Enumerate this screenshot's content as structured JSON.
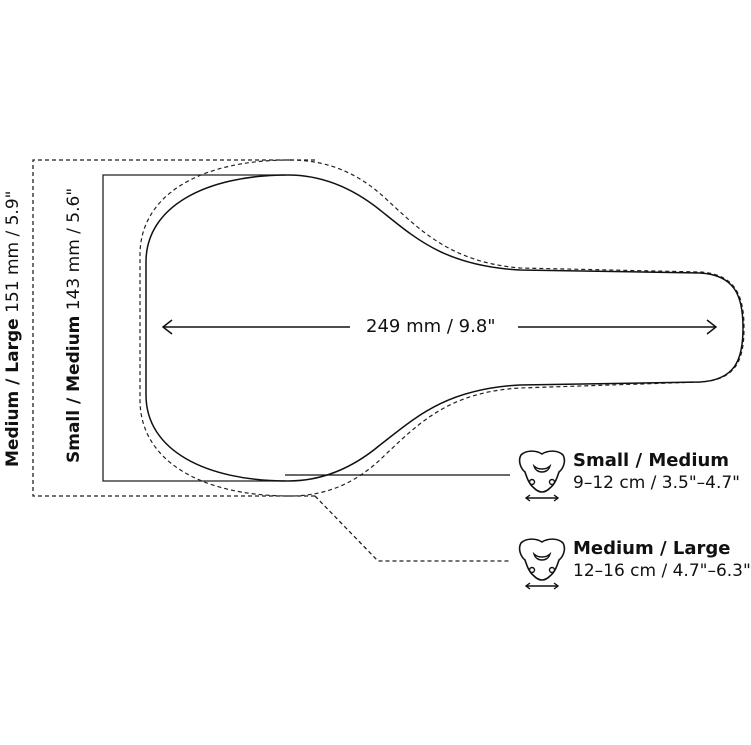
{
  "diagram": {
    "width_label": "249 mm / 9.8\"",
    "length_medium_large": {
      "size": "Medium / Large",
      "value": " 151 mm / 5.9\""
    },
    "length_small_medium": {
      "size": "Small / Medium",
      "value": " 143 mm / 5.6\""
    },
    "sizes": [
      {
        "name": "Small / Medium",
        "range": "9–12 cm / 3.5\"–4.7\""
      },
      {
        "name": "Medium / Large",
        "range": "12–16 cm / 4.7\"–6.3\""
      }
    ],
    "icons": [
      "pelvis-sit-bone-icon",
      "double-arrow-icon"
    ],
    "colors": {
      "line": "#111111",
      "background": "#ffffff"
    }
  }
}
